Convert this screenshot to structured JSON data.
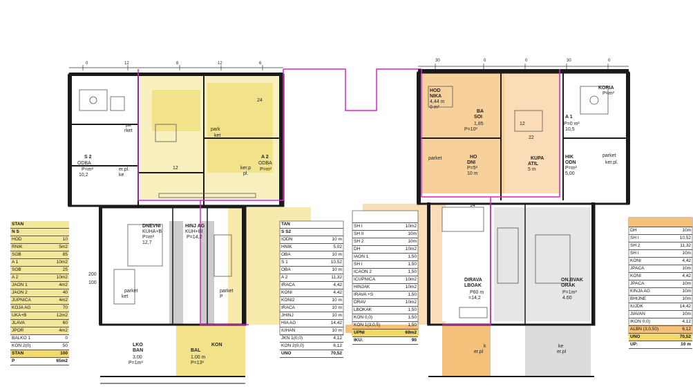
{
  "colors": {
    "wall": "#1a1a1a",
    "yellow": "#f2e38a",
    "orange": "#f5c07a",
    "grey": "#9a9a9a",
    "pink": "#e020c8",
    "text": "#222222"
  },
  "left_plan": {
    "dim_top": [
      "0",
      "12",
      "8",
      "12",
      "6"
    ],
    "room_labels": {
      "parket_1": "pa",
      "parket_1b": "rket",
      "park_mid": "park",
      "park_mid2": "ket",
      "soba2_title": "S 2",
      "soba2_sub": "ODBA",
      "soba2_area": "P=m²",
      "soba2_val": "10,2",
      "ker_pl_1": "er.pl.",
      "ker_pl_1b": "ke",
      "ker_pl_2": "ker.p",
      "ker_pl_2b": "pl.",
      "soba_r": "A 2",
      "soba_r2": "ODBA",
      "soba_r3": "P=m²",
      "val_24": "24",
      "val_12": "12",
      "parket_low": "parket",
      "parket_low2": "ket",
      "parket_low3": "parket",
      "pc": "P",
      "dim_200": "200",
      "dim_100": "100",
      "kuhinja": "HINJ AG",
      "kuhinja2": "KUH+BI",
      "kuhinja3": "P=14,2",
      "dnevni": "DNEVNI",
      "dnevni2": "KUHA+B",
      "dnevni3": "P=m²",
      "dnevni4": "12,7"
    },
    "bottom_labels": {
      "balkon1": "LKO",
      "balkon1b": "BAN",
      "balkon1c": "3.00",
      "balkon1d": "P=1m²",
      "balkon2": "KON",
      "balkon2b": "BAL",
      "balkon2c": "1.00 m",
      "balkon2d": "P=13²"
    }
  },
  "left_table": {
    "title1": "STAN",
    "title2": "N S",
    "rows": [
      {
        "name": "HOD",
        "val": "10"
      },
      {
        "name": "RNIK",
        "val": "5m2"
      },
      {
        "name": "SOB",
        "val": "85"
      },
      {
        "name": "A 1",
        "val": "10m2"
      },
      {
        "name": "SOB",
        "val": "25"
      },
      {
        "name": "A 2",
        "val": "10m2"
      },
      {
        "name": "JAON 1",
        "val": "4m2"
      },
      {
        "name": "JAON 2",
        "val": "40"
      },
      {
        "name": "JUPNICA",
        "val": "4m2"
      },
      {
        "name": "KOJA AG",
        "val": "70"
      },
      {
        "name": "UKA+B",
        "val": "12m2"
      },
      {
        "name": "JLAVA",
        "val": "60"
      },
      {
        "name": "JPOR",
        "val": "4m2"
      },
      {
        "name": "BALKO 1",
        "val": "0"
      },
      {
        "name": "KON 2(0)",
        "val": "50"
      }
    ],
    "total_label": "STAN",
    "total_val": "100",
    "total2_label": "P",
    "total2_val": "65m2"
  },
  "mid_table": {
    "title1": "TAN",
    "title2": "S S2",
    "rows": [
      {
        "name": "IODN",
        "val": "10 m"
      },
      {
        "name": "HNIK",
        "val": "5,02"
      },
      {
        "name": "OBA",
        "val": "10 m"
      },
      {
        "name": "S 1",
        "val": "10,52"
      },
      {
        "name": "OBA",
        "val": "10 m"
      },
      {
        "name": "A 2",
        "val": "11,32"
      },
      {
        "name": "IRACA",
        "val": "4,42"
      },
      {
        "name": "KONI",
        "val": "4,42"
      },
      {
        "name": "KONI2",
        "val": "10 m"
      },
      {
        "name": "IRACA",
        "val": "10 m"
      },
      {
        "name": "JHINJ",
        "val": "10 m"
      },
      {
        "name": "HIA AG",
        "val": "14,42"
      },
      {
        "name": "IUHAN",
        "val": "10 m"
      },
      {
        "name": "JKN 1(0,0)",
        "val": "4,12"
      },
      {
        "name": "KON 2(0,0)",
        "val": "6,12"
      }
    ],
    "total_label": "UNO",
    "total_val": "70,52"
  },
  "right_plan": {
    "dim_top": [
      "30",
      "0",
      "0",
      "30",
      "0"
    ],
    "room_labels": {
      "hodnik_l": "HOD",
      "hodnik_l2": "NIKA",
      "hodnik_l3": "4,44 m",
      "hodnik_l4": "0 m²",
      "soba_title": "BA",
      "soba_sub": "SOI",
      "soba_v1": "1,85",
      "soba_v2": "P=10²",
      "parket_a": "parket",
      "parket_b": "parket",
      "hodnik": "HO",
      "hodnik2": "DNI",
      "hodnik3": "P=5²",
      "hodnik4": "10 m",
      "kupatilo": "KUPA",
      "kupatilo2": "ATIL",
      "kupatilo3": "5 m",
      "soba_r": "HIK",
      "soba_r2": "ODN",
      "soba_r3": "P=m²",
      "soba_r4": "5,00",
      "soba_rr": "KORIA",
      "soba_rr2": "P=m²",
      "ker_pl": "ker.pl.",
      "soba1": "A 1",
      "soba1b": "P=0 m²",
      "soba1c": "10,5",
      "dim_14": "14",
      "dim_22": "22",
      "dim_12": "12",
      "dnevni": "DIRAVA",
      "dnevni2": "LBOAK",
      "dnevni3": "P60 m",
      "dnevni4": "=14,2",
      "balkon_l": "ON.BVAK",
      "balkon_l2": "ORAK",
      "balkon_l3": "P=1m²",
      "balkon_l4": "4.60",
      "ke": "ke",
      "er_pl": "er.pl",
      "k2": "k",
      "er_pl2": "er.pl"
    }
  },
  "right_mid_table": {
    "rows": [
      {
        "name": "",
        "val": ""
      },
      {
        "name": "SH I",
        "val": "10m2"
      },
      {
        "name": "SH II",
        "val": "10m"
      },
      {
        "name": "SH 2",
        "val": "10m"
      },
      {
        "name": "DH",
        "val": "10m2"
      },
      {
        "name": "IAON 1",
        "val": "1,50"
      },
      {
        "name": "SH I",
        "val": "1,50"
      },
      {
        "name": "ICAON 2",
        "val": "1,50"
      },
      {
        "name": "ICUPNICA",
        "val": "10m2"
      },
      {
        "name": "HINJAK",
        "val": "10m2"
      },
      {
        "name": "IRAVA +S",
        "val": "1,50"
      },
      {
        "name": "DRAV",
        "val": "10m2"
      },
      {
        "name": "LBOKAK",
        "val": "1,50"
      },
      {
        "name": "KON 0,0)",
        "val": "1,50"
      },
      {
        "name": "KON 1(3,0,5)",
        "val": "1,50"
      }
    ],
    "total_label": "UPNI",
    "total_val": "69m2",
    "total2_label": "IKU:",
    "total2_val": "90"
  },
  "right_table": {
    "rows": [
      {
        "name": "",
        "val": ""
      },
      {
        "name": "DH",
        "val": "10m"
      },
      {
        "name": "SH I",
        "val": "10,52"
      },
      {
        "name": "SH 2",
        "val": "11,32"
      },
      {
        "name": "SH I",
        "val": "10m"
      },
      {
        "name": "KONI",
        "val": "4,42"
      },
      {
        "name": "JPACA",
        "val": "10m"
      },
      {
        "name": "KONI",
        "val": "4,42"
      },
      {
        "name": "JPACA",
        "val": "10m"
      },
      {
        "name": "KINJA AG",
        "val": "10m"
      },
      {
        "name": "BHIJNE",
        "val": "10m"
      },
      {
        "name": "IUJDK",
        "val": "14,42"
      },
      {
        "name": "JIAVAN",
        "val": "10m"
      },
      {
        "name": "IKON 0,0)",
        "val": "4,12"
      },
      {
        "name": "ALBN (3,0,50)",
        "val": "6,12"
      }
    ],
    "total_label": "UNO",
    "total_val": "70,52",
    "total2_label": "UP:",
    "total2_val": "10 m"
  }
}
